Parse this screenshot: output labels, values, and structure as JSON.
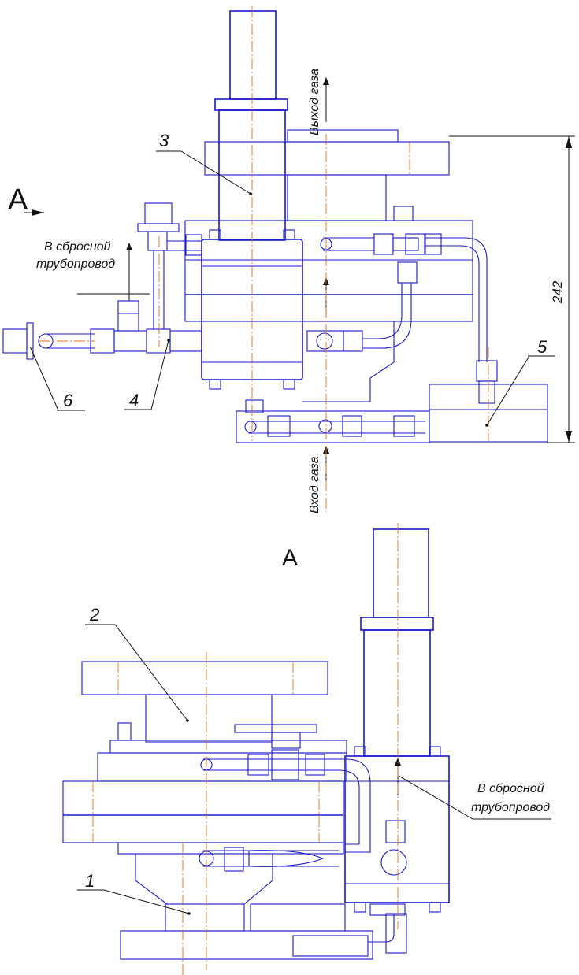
{
  "colors": {
    "line": "#1a1acc",
    "axis": "#e07020",
    "text": "#111111"
  },
  "drawing": {
    "view_title": "A",
    "view_arrow_label": "A",
    "gas_outlet": "Выход газа",
    "gas_inlet": "Вход газа",
    "vent_line_top": [
      "В сбросной",
      "трубопровод"
    ],
    "vent_line_bottom": [
      "В сбросной",
      "трубопровод"
    ],
    "dimension_242": "242",
    "callouts": {
      "c1": "1",
      "c2": "2",
      "c3": "3",
      "c4": "4",
      "c5": "5",
      "c6": "6"
    }
  }
}
